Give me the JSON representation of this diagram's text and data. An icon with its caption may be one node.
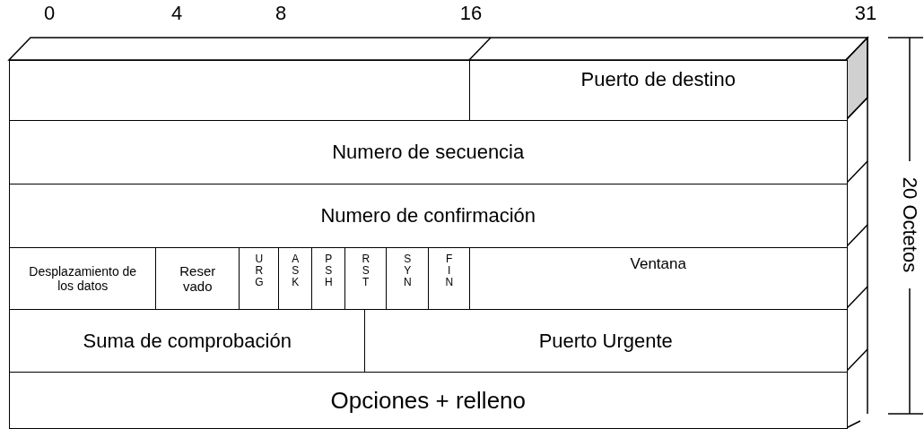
{
  "diagram": {
    "nodes": [
      {
        "text": [],
        "shape": "box"
      },
      {
        "text": [
          "Puerto de destino"
        ]
      },
      {
        "text": [
          "Numero de secuencia"
        ]
      },
      {
        "text": [
          "Numero de confirmación"
        ]
      },
      {
        "text": [
          "Desplazamiento de los datos"
        ]
      },
      {
        "text": [
          "Reser vado"
        ]
      },
      {
        "text": [
          "URG"
        ]
      },
      {
        "text": [
          "ASK"
        ]
      },
      {
        "text": [
          "PSH"
        ]
      },
      {
        "text": [
          "RST"
        ]
      },
      {
        "text": [
          "SYN"
        ]
      },
      {
        "text": [
          "FIN"
        ]
      },
      {
        "text": [
          "Ventana"
        ]
      },
      {
        "text": [
          "Suma de comprobación"
        ]
      },
      {
        "text": [
          "Puerto Urgente"
        ]
      },
      {
        "text": [
          "Opciones + relleno"
        ]
      }
    ],
    "labels": [
      "0",
      "4",
      "8",
      "16",
      "31",
      "20 Octetos"
    ]
  }
}
